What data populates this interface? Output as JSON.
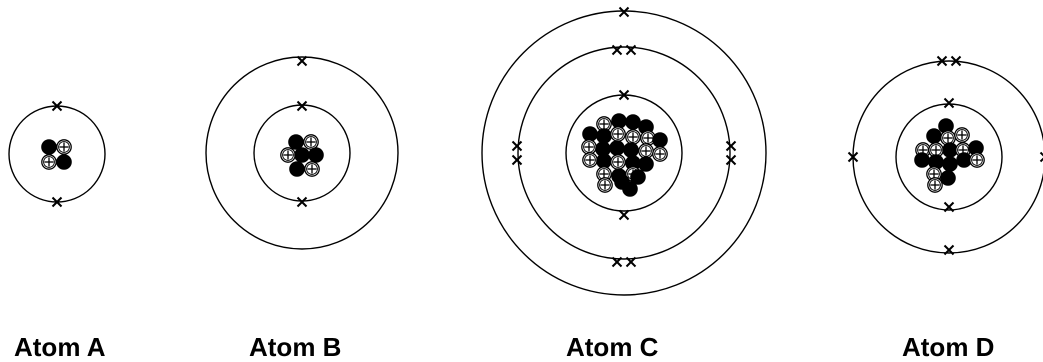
{
  "atoms": [
    {
      "label": "Atom A"
    },
    {
      "label": "Atom B"
    },
    {
      "label": "Atom C"
    },
    {
      "label": "Atom D"
    }
  ]
}
